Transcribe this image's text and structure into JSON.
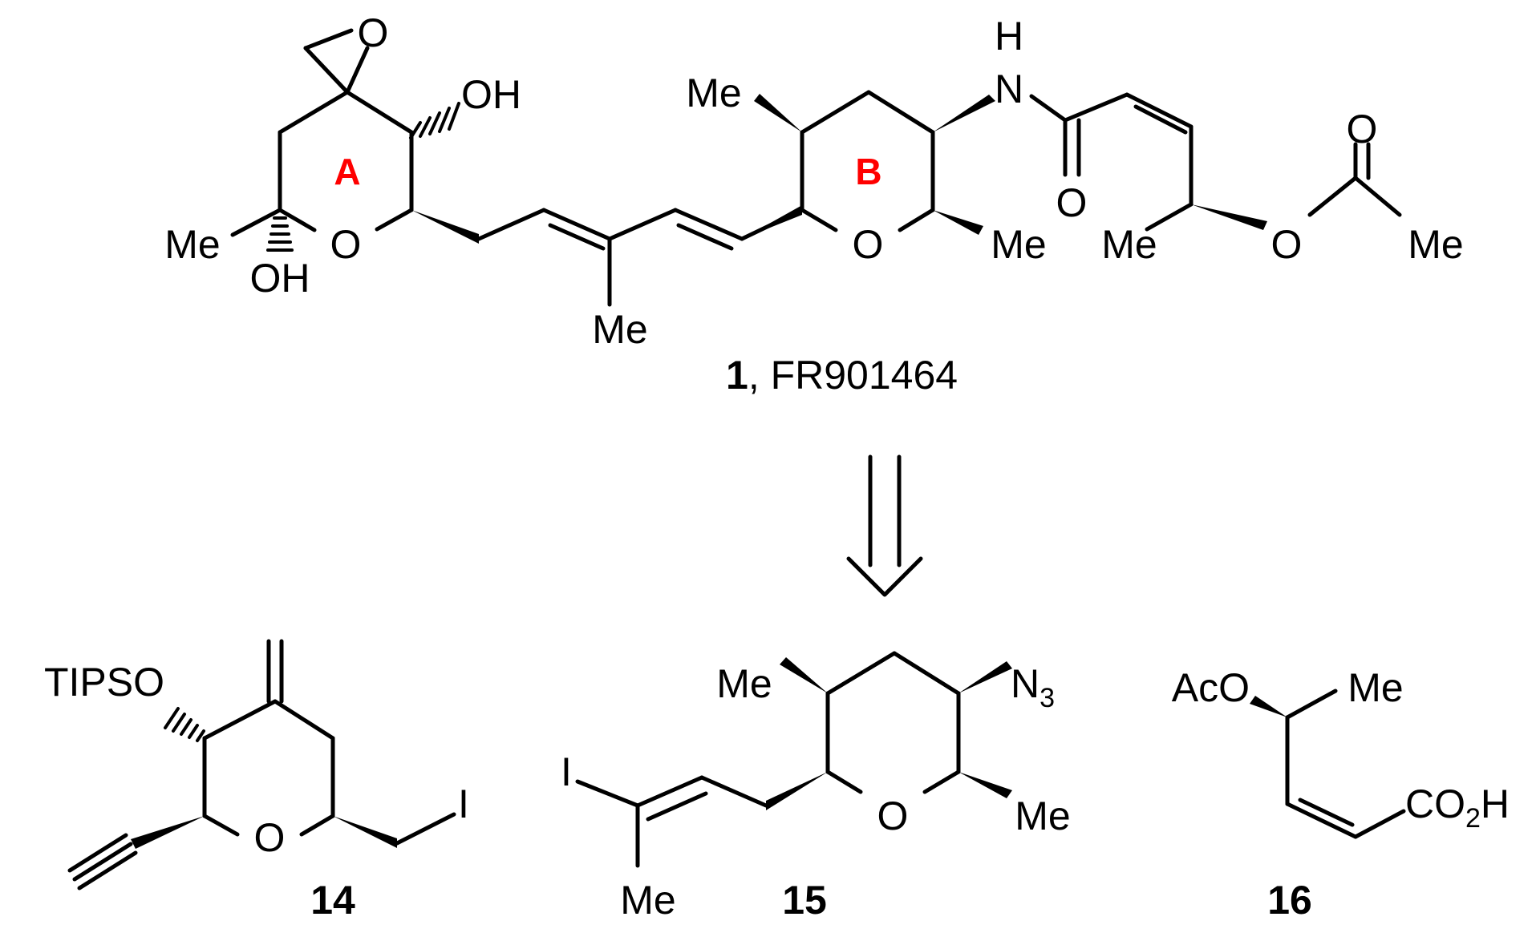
{
  "colors": {
    "ring_label": "#ff0000",
    "bond": "#000000"
  },
  "compound1": {
    "number": "1",
    "name": ", FR901464",
    "ring_a": "A",
    "ring_b": "B",
    "atoms": {
      "epoxide_o": "O",
      "oh_top": "OH",
      "oh_bottom": "OH",
      "me_ring_a": "Me",
      "o_ring_a": "O",
      "me_diene": "Me",
      "me_ring_b_top": "Me",
      "nh_h": "H",
      "nh_n": "N",
      "o_ring_b": "O",
      "me_ring_b_bottom": "Me",
      "amide_o": "O",
      "me_side": "Me",
      "ester_o": "O",
      "carbonyl_o": "O",
      "me_acetyl": "Me"
    }
  },
  "compound14": {
    "number": "14",
    "atoms": {
      "tipso": "TIPSO",
      "o_ring": "O",
      "iodo": "I"
    }
  },
  "compound15": {
    "number": "15",
    "atoms": {
      "me_top": "Me",
      "azide_n": "N",
      "azide_sub": "3",
      "iodo": "I",
      "me_vinyl": "Me",
      "o_ring": "O",
      "me_bottom": "Me"
    }
  },
  "compound16": {
    "number": "16",
    "atoms": {
      "aco": "AcO",
      "me": "Me",
      "co2h_c": "CO",
      "co2h_sub": "2",
      "co2h_h": "H"
    }
  }
}
